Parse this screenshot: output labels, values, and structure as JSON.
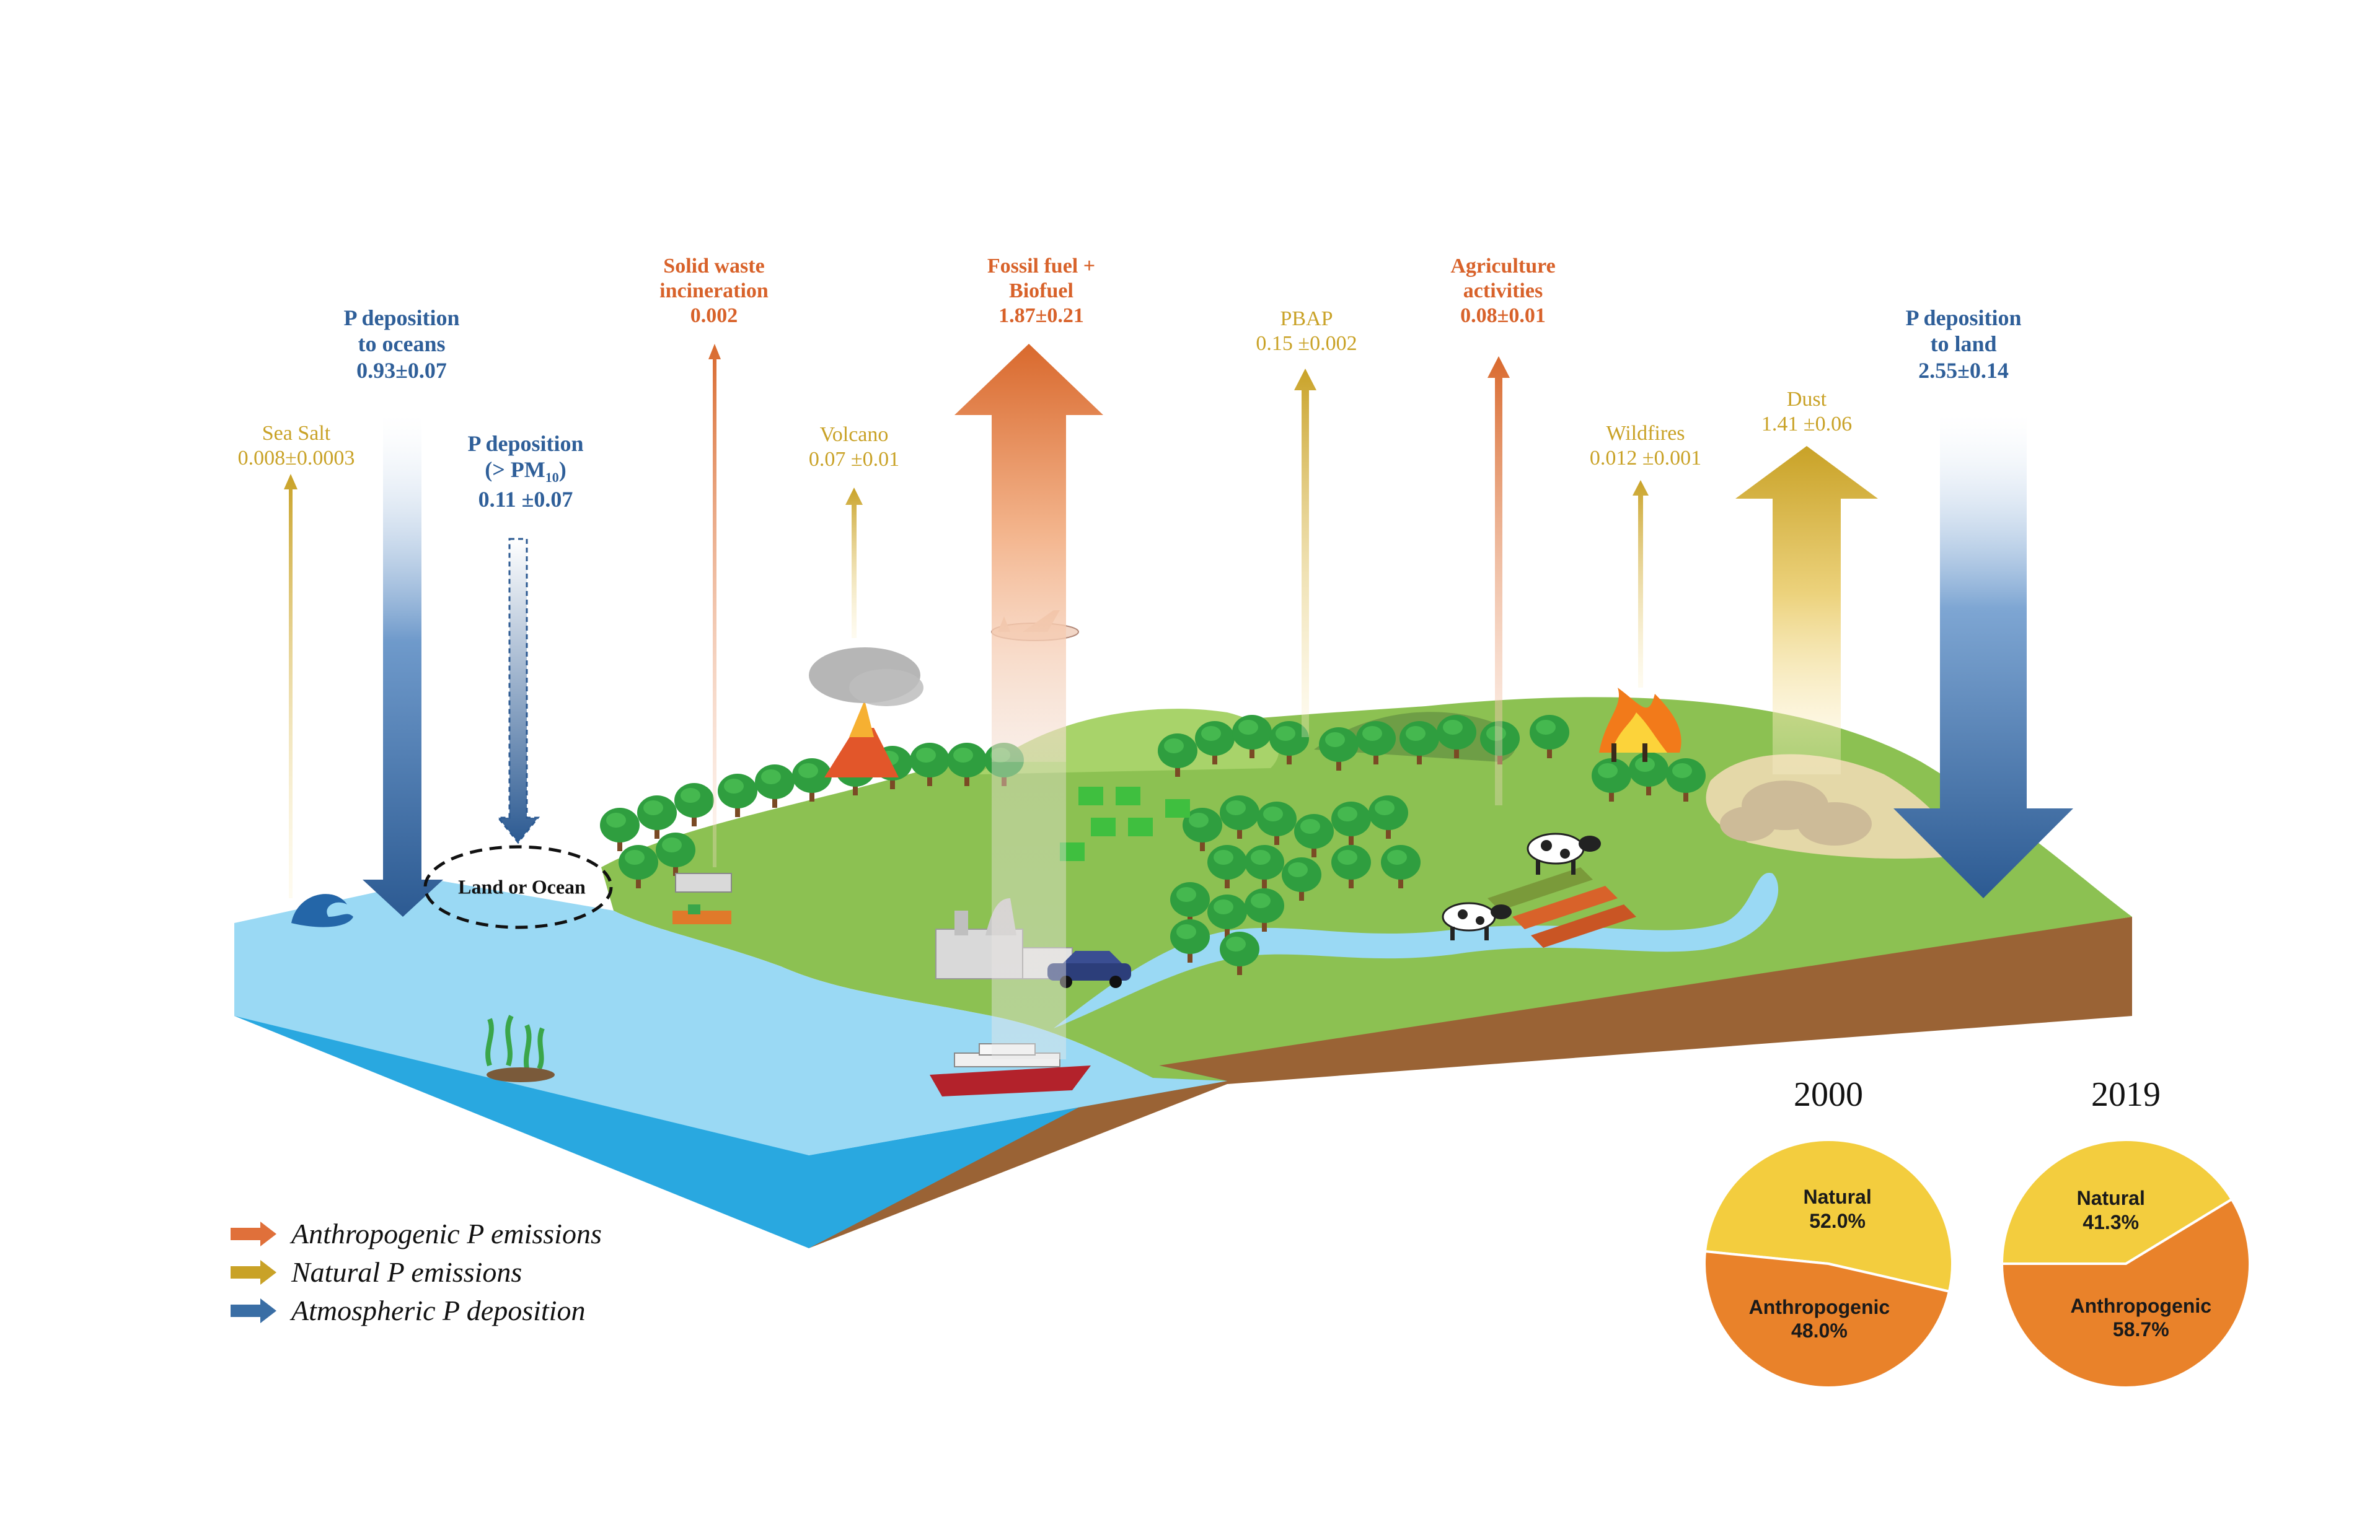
{
  "flux_labels": {
    "p_dep_oceans": {
      "line1": "P deposition",
      "line2": "to oceans",
      "value": "0.93±0.07"
    },
    "sea_salt": {
      "line1": "Sea Salt",
      "value": "0.008±0.0003"
    },
    "p_dep_pm10": {
      "line1": "P deposition",
      "line2_pre": "(> PM",
      "line2_sub": "10",
      "line2_post": ")",
      "value": "0.11 ±0.07"
    },
    "solid_waste": {
      "line1": "Solid waste",
      "line2": "incineration",
      "value": "0.002"
    },
    "volcano": {
      "line1": "Volcano",
      "value": "0.07 ±0.01"
    },
    "fossil_fuel": {
      "line1": "Fossil fuel +",
      "line2": "Biofuel",
      "value": "1.87±0.21"
    },
    "pbap": {
      "line1": "PBAP",
      "value": "0.15 ±0.002"
    },
    "agriculture": {
      "line1": "Agriculture",
      "line2": "activities",
      "value": "0.08±0.01"
    },
    "wildfires": {
      "line1": "Wildfires",
      "value": "0.012 ±0.001"
    },
    "dust": {
      "line1": "Dust",
      "value": "1.41 ±0.06"
    },
    "p_dep_land": {
      "line1": "P deposition",
      "line2": "to land",
      "value": "2.55±0.14"
    }
  },
  "land_or_ocean": "Land or Ocean",
  "legend": [
    {
      "label": "Anthropogenic P emissions",
      "color": "#e0703a"
    },
    {
      "label": "Natural P emissions",
      "color": "#c9a227"
    },
    {
      "label": "Atmospheric P deposition",
      "color": "#3a6ea5"
    }
  ],
  "colors": {
    "anthropogenic": "#e0703a",
    "natural": "#c9a227",
    "deposition": "#3a6ea5",
    "ocean": "#29a8e0",
    "land": "#8cc152",
    "soil": "#9a6335",
    "pie_natural": "#f3cd3e",
    "pie_anthropogenic": "#e9822a"
  },
  "chart_data": [
    {
      "type": "pie",
      "title": "2000",
      "slices": [
        {
          "label": "Natural",
          "value": 52.0,
          "text": "52.0%"
        },
        {
          "label": "Anthropogenic",
          "value": 48.0,
          "text": "48.0%"
        }
      ]
    },
    {
      "type": "pie",
      "title": "2019",
      "slices": [
        {
          "label": "Natural",
          "value": 41.3,
          "text": "41.3%"
        },
        {
          "label": "Anthropogenic",
          "value": 58.7,
          "text": "58.7%"
        }
      ]
    }
  ]
}
